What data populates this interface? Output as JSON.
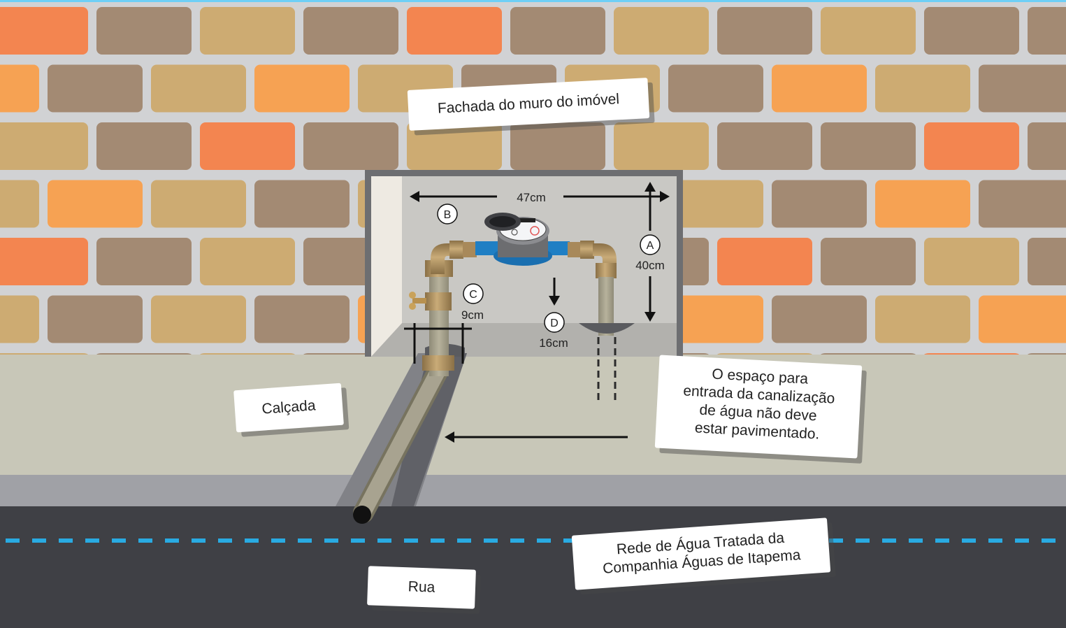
{
  "labels": {
    "facade": "Fachada do muro do imóvel",
    "sidewalk": "Calçada",
    "street": "Rua",
    "water_network_line1": "Rede de Água Tratada da",
    "water_network_line2": "Companhia Águas de Itapema",
    "notice_line1": "O espaço para",
    "notice_line2": "entrada da canalização",
    "notice_line3": "de água não deve",
    "notice_line4": "estar pavimentado."
  },
  "dimensions": {
    "A": {
      "letter": "A",
      "value": "40cm"
    },
    "B": {
      "letter": "B",
      "value": "47cm"
    },
    "C": {
      "letter": "C",
      "value": "9cm"
    },
    "D": {
      "letter": "D",
      "value": "16cm"
    }
  },
  "colors": {
    "mortar": "#d1d2d4",
    "brick_brown": "#a38a73",
    "brick_tan": "#cdab72",
    "brick_orange": "#f6a253",
    "brick_red": "#f38550",
    "sidewalk": "#c8c7b8",
    "curb": "#a0a1a6",
    "street": "#3f4045",
    "water_line": "#29abe2",
    "meter_body": "#1f7fc4",
    "brass": "#b7996a"
  }
}
